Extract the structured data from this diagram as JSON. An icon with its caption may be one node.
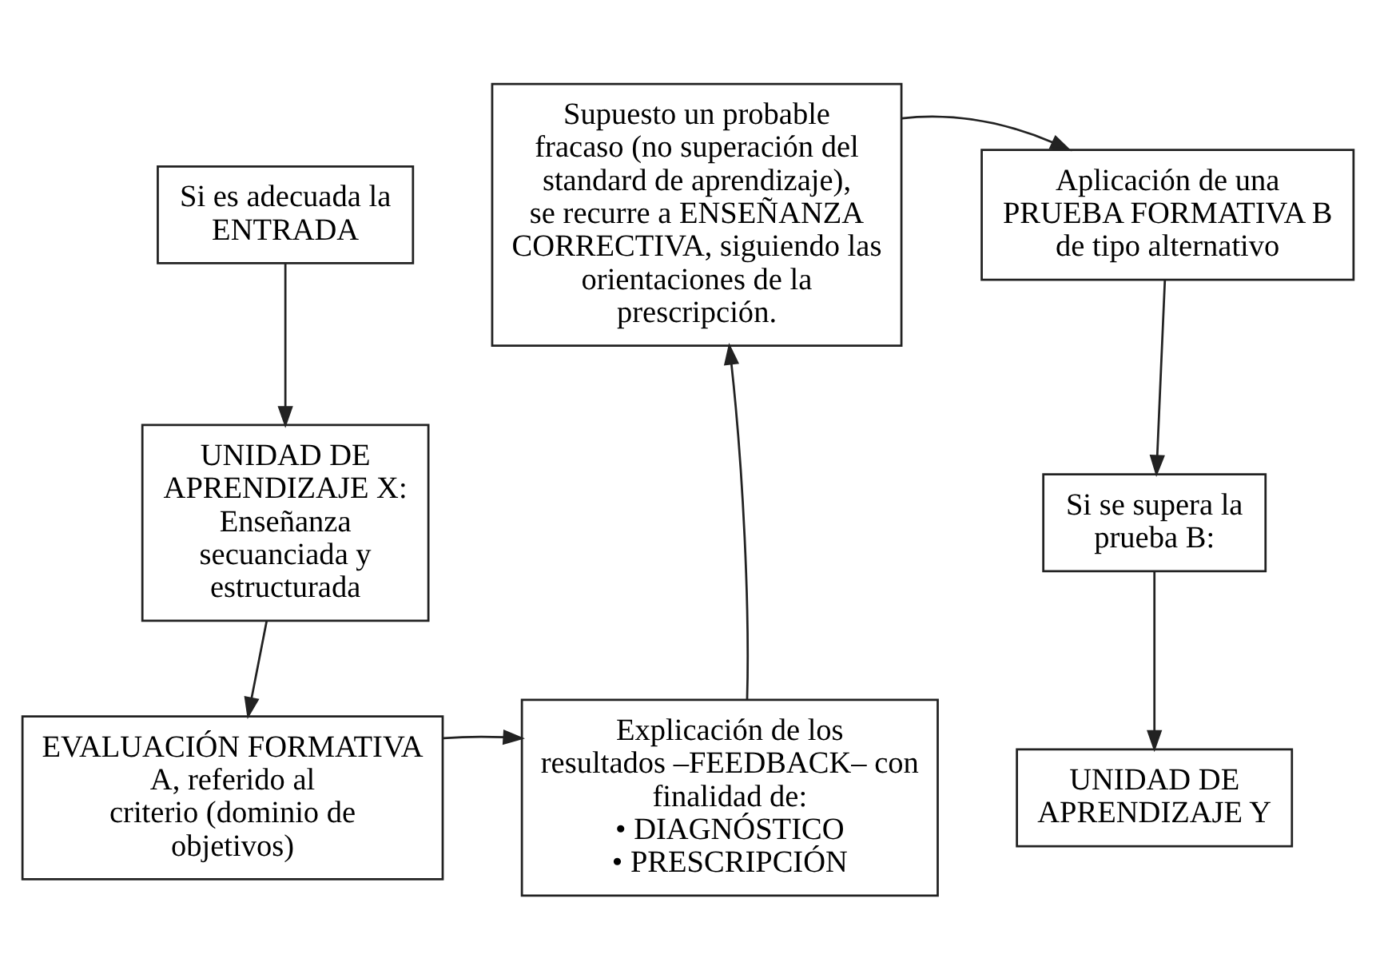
{
  "diagram": {
    "nodes": [
      {
        "text": [
          "Si es adecuada la ENTRADA"
        ]
      },
      {
        "text": [
          "UNIDAD DE APRENDIZAJE X:",
          "Enseñanza secuanciada y estructurada"
        ]
      },
      {
        "text": [
          "EVALUACIÓN FORMATIVA A, referido al criterio (dominio de objetivos)"
        ]
      },
      {
        "text": [
          "Explicación de los resultados –FEEDBACK– con finalidad de:",
          "• DIAGNÓSTICO",
          "• PRESCRIPCIÓN"
        ]
      },
      {
        "text": [
          "Supuesto un probable fracaso (no superación del standard de aprendizaje), se recurre a ENSEÑANZA CORRECTIVA, siguiendo las orientaciones de la prescripción."
        ]
      },
      {
        "text": [
          "Aplicación de una PRUEBA FORMATIVA B de tipo alternativo"
        ]
      },
      {
        "text": [
          "Si se supera la prueba B:"
        ]
      },
      {
        "text": [
          "UNIDAD DE APRENDIZAJE Y"
        ]
      }
    ],
    "edges": [
      {
        "from": 0,
        "to": 1,
        "arrow": "to"
      },
      {
        "from": 1,
        "to": 2,
        "arrow": "to"
      },
      {
        "from": 2,
        "to": 3,
        "arrow": "to"
      },
      {
        "from": 3,
        "to": 4,
        "arrow": "to"
      },
      {
        "from": 4,
        "to": 5,
        "arrow": "to"
      },
      {
        "from": 5,
        "to": 6,
        "arrow": "to"
      },
      {
        "from": 6,
        "to": 7,
        "arrow": "to"
      }
    ]
  }
}
